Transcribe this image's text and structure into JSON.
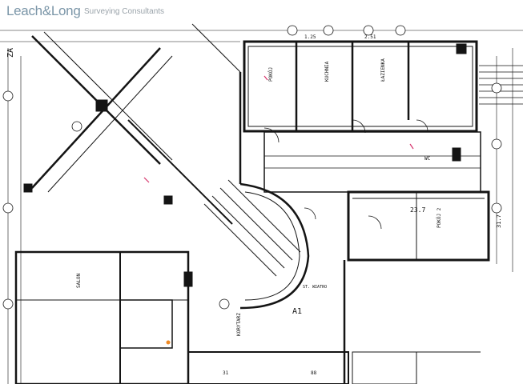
{
  "header": {
    "logo_text": "Leach&Long",
    "logo_subtitle": "Surveying Consultants"
  },
  "plan_labels": {
    "section_left": "ZA",
    "section_right": "A1",
    "room_lobby": "ST. WIATRO",
    "room_a": "POKÓJ",
    "room_b": "KUCHNIA",
    "room_c": "ŁAZIENKA",
    "room_d": "POKÓJ 2",
    "room_e": "KORYTARZ",
    "room_f": "SALON",
    "room_g": "WC",
    "num_a": "23.7",
    "num_b": "31.7",
    "num_c": "1.25",
    "num_d": "2.51",
    "num_e": "31",
    "num_f": "88"
  },
  "colors": {
    "ink": "#141414",
    "logo": "#7b96a8",
    "accent_red": "#d6336c",
    "accent_orange": "#f08a24"
  }
}
